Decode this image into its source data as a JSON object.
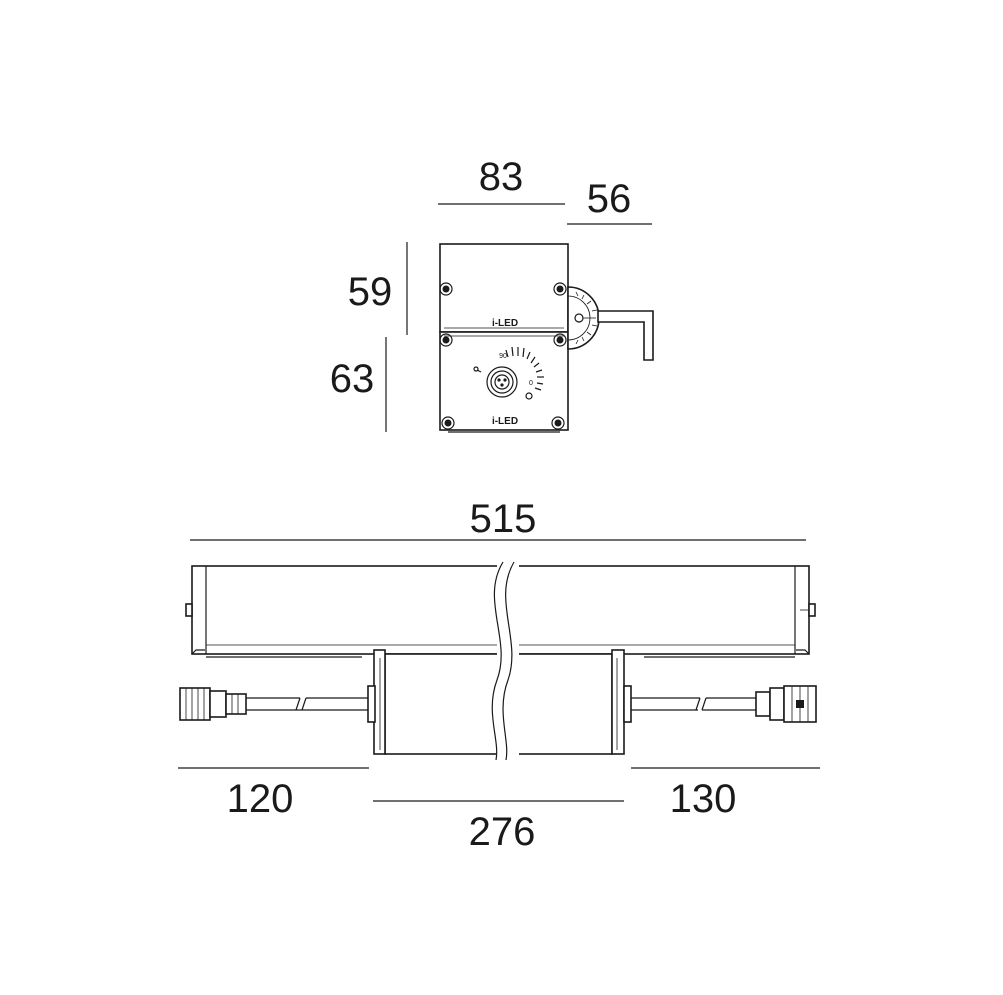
{
  "dimensions": {
    "width_83": "83",
    "depth_56": "56",
    "height_59": "59",
    "height_63": "63",
    "length_515": "515",
    "cable_120": "120",
    "body_276": "276",
    "cable_130": "130"
  },
  "labels": {
    "brand_top": "i-LED",
    "brand_bottom": "i-LED",
    "dial_90": "90",
    "dial_0": "0"
  }
}
